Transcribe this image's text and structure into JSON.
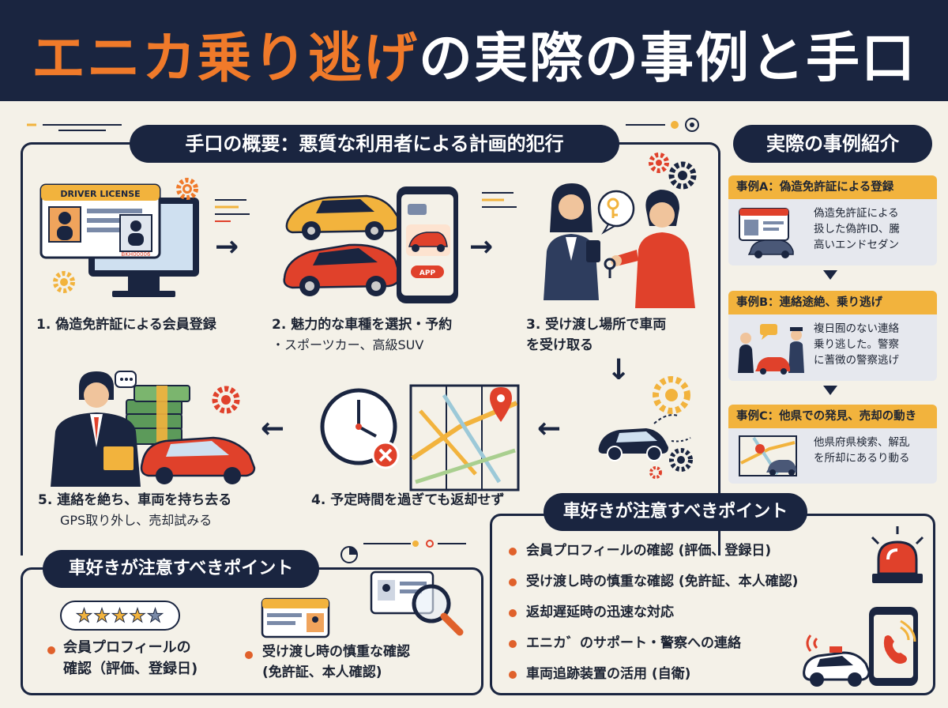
{
  "title": {
    "part1": "エニカ乗り逃げ",
    "part2": "の実際の事例と手口"
  },
  "overview_heading": "手口の概要：悪質な利用者による計画的犯行",
  "cases_heading": "実際の事例紹介",
  "steps": [
    {
      "label": "1. 偽造免許証による会員登録",
      "sub": ""
    },
    {
      "label": "2. 魅力的な車種を選択・予約",
      "sub": "・スポーツカー、高級SUV"
    },
    {
      "label": "3. 受け渡し場所で車両",
      "sub": "を受け取る"
    },
    {
      "label": "4. 予定時間を過ぎても返却せず",
      "sub": ""
    },
    {
      "label": "5. 連絡を絶ち、車両を持ち去る",
      "sub": "GPS取り外し、売却試みる"
    }
  ],
  "license_card": {
    "heading": "DRIVER LICENSE",
    "number": "BKH00006"
  },
  "phone_app_label": "APP",
  "cases": [
    {
      "title": "事例A：偽造免許証による登録",
      "lines": [
        "偽造免許証による",
        "扱した偽許ID、騰",
        "高いエンドセダン"
      ]
    },
    {
      "title": "事例B：連絡途絶、乗り逃げ",
      "lines": [
        "複日囿のない連絡",
        "乗り逃した。警察",
        "に蓍徴の警察逃げ"
      ]
    },
    {
      "title": "事例C：他県での発見、売却の動き",
      "lines": [
        "他県府県検索、解乱",
        "を所却にあるり動る"
      ]
    }
  ],
  "points_right": {
    "heading": "車好きが注意すべきポイント",
    "items": [
      "会員プロフィールの確認 (評価、登録日)",
      "受け渡し時の慎重な確認 (免許証、本人確認)",
      "返却遅延時の迅速な対応",
      "エニカ゛のサポート・警察への連絡",
      "車両追跡装置の活用 (自衛)"
    ]
  },
  "points_left": {
    "heading": "車好きが注意すべきポイント",
    "item1": [
      "会員プロフィールの",
      "確認（評価、登録日)"
    ],
    "item2": [
      "受け渡し時の慎重な確認",
      "(免許証、本人確認)"
    ],
    "rating": 4
  },
  "colors": {
    "navy": "#1a2540",
    "orange": "#f07a2a",
    "accent_yellow": "#f2b33d",
    "red": "#e0412b",
    "background": "#f4f1e8"
  }
}
